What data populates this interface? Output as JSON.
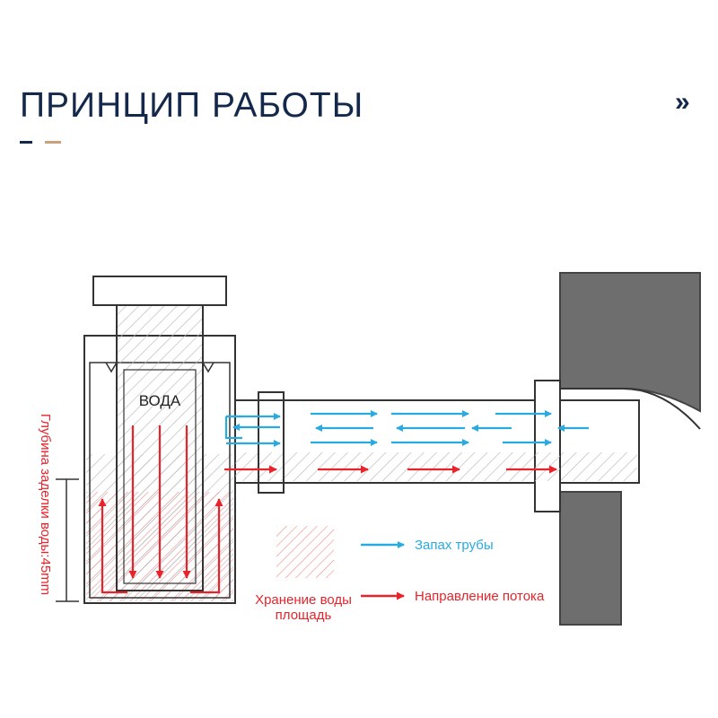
{
  "header": {
    "title": "ПРИНЦИП РАБОТЫ",
    "next_icon": "double-chevron-right-icon"
  },
  "diagram": {
    "water_label": "ВОДА",
    "depth_label": "Глубина заделки воды:45mm",
    "legend": {
      "pipe_odor": "Запах трубы",
      "flow_direction": "Направление потока",
      "water_storage_line1": "Хранение воды",
      "water_storage_line2": "площадь"
    },
    "colors": {
      "outline": "#333333",
      "odor_arrow": "#29abe2",
      "flow_arrow": "#e8232a",
      "hatch": "#c0c0c0",
      "wall": "#6e6e6e",
      "title": "#14284b",
      "accent": "#c9a27c"
    }
  }
}
